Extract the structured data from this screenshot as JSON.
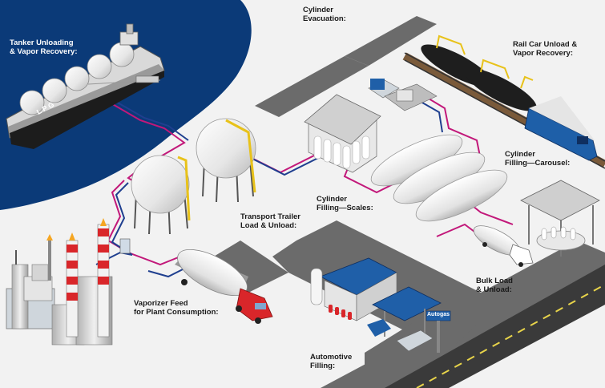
{
  "colors": {
    "sea": "#0b3a78",
    "ground": "#f2f2f2",
    "road": "#6e6e6e",
    "pipe_pink": "#c2187a",
    "pipe_blue": "#1f3f8f",
    "truck_red": "#d9262a",
    "tank_white": "#f5f5f5",
    "rail_car": "#1e1e1e",
    "locomotive": "#1e5fa8",
    "structure_yellow": "#e8c21a"
  },
  "labels": {
    "tanker": "Tanker Unloading\n& Vapor Recovery:",
    "cylinder_evacuation": "Cylinder\nEvacuation:",
    "rail_car": "Rail Car Unload &\nVapor Recovery:",
    "cylinder_carousel": "Cylinder\nFilling—Carousel:",
    "cylinder_scales": "Cylinder\nFilling—Scales:",
    "transport_trailer": "Transport Trailer\nLoad & Unload:",
    "bulk_load": "Bulk Load\n& Unload:",
    "vaporizer_feed": "Vaporizer Feed\nfor Plant Consumption:",
    "automotive": "Automotive\nFilling:"
  },
  "ship_text": "L P G",
  "autogas_sign": "Autogas"
}
